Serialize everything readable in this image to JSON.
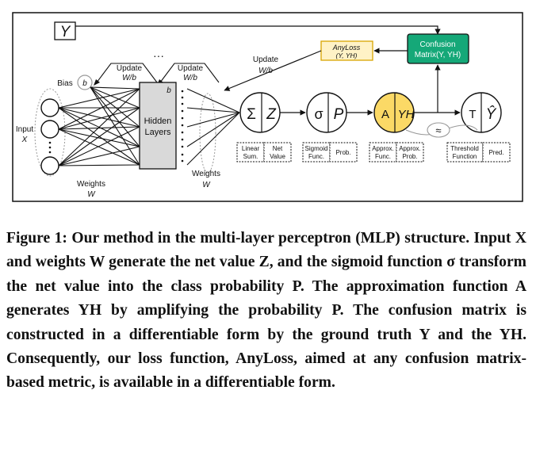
{
  "figure": {
    "y_box": "Y",
    "anyloss_box": {
      "line1": "AnyLoss",
      "line2": "(Y, YH)"
    },
    "confusion_box": {
      "line1": "Confusion",
      "line2": "Matrix(Y, YH)"
    },
    "update_left": {
      "line1": "Update",
      "line2": "W/b"
    },
    "update_mid": {
      "line1": "Update",
      "line2": "W/b"
    },
    "update_right": {
      "line1": "Update",
      "line2": "W/b"
    },
    "dots_top": "···",
    "bias_label": "Bias",
    "bias_symbol": "b",
    "hidden_b": "b",
    "hidden_layers": {
      "line1": "Hidden",
      "line2": "Layers"
    },
    "input_label": {
      "line1": "Input",
      "line2": "X"
    },
    "weights_left": {
      "line1": "Weights",
      "line2": "W"
    },
    "weights_right": {
      "line1": "Weights",
      "line2": "W"
    },
    "node_sum": {
      "left": "Σ",
      "right": "Z"
    },
    "node_sigmoid": {
      "left": "σ",
      "right": "P"
    },
    "node_approx": {
      "left": "A",
      "right": "YH"
    },
    "node_threshold": {
      "left": "T",
      "right": "Ŷ"
    },
    "approx_symbol": "≈",
    "label_linear": {
      "line1": "Linear",
      "line2": "Sum."
    },
    "label_net": {
      "line1": "Net",
      "line2": "Value"
    },
    "label_sigmoid": {
      "line1": "Sigmoid",
      "line2": "Func."
    },
    "label_prob": "Prob.",
    "label_approx_func": {
      "line1": "Approx.",
      "line2": "Func."
    },
    "label_approx_prob": {
      "line1": "Approx.",
      "line2": "Prob."
    },
    "label_threshold": {
      "line1": "Threshold",
      "line2": "Function"
    },
    "label_pred": "Pred.",
    "colors": {
      "anyloss_fill": "#fff2c6",
      "anyloss_border": "#d9a400",
      "confusion_fill": "#15a878",
      "approx_fill": "#fbd966",
      "hidden_fill": "#d9d9d9"
    }
  },
  "caption": {
    "label": "Figure 1:",
    "body": "Our method in the multi-layer perceptron (MLP) structure. Input X and weights W generate the net value Z, and the sigmoid function σ transform the net value into the class probability P. The approximation function A generates YH by amplifying the probability P. The confusion matrix is constructed in a differentiable form by the ground truth Y and the YH. Consequently, our loss function, AnyLoss, aimed at any confusion matrix-based metric, is available in a differentiable form."
  }
}
